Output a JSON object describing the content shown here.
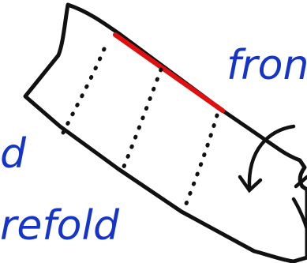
{
  "labels": {
    "top_right": "fron",
    "left": "d",
    "bottom": "refold"
  },
  "colors": {
    "outline": "#111111",
    "fold_lines": "#111111",
    "highlight_edge": "#e01010",
    "label_text": "#1535c9",
    "background": "#ffffff"
  },
  "icons": {
    "fold_arrow": "curved-arrow-down"
  }
}
